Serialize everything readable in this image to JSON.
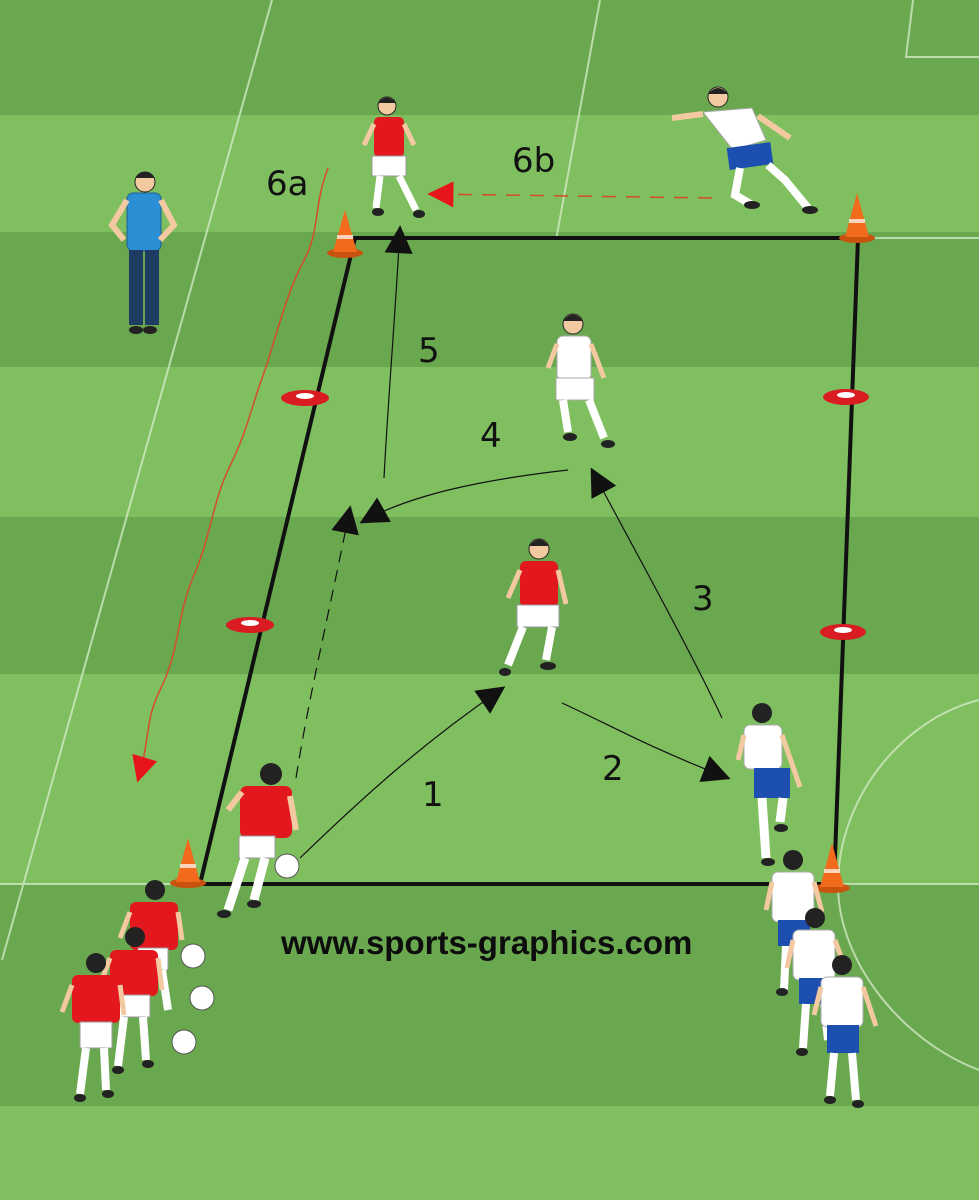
{
  "diagram": {
    "watermark": "www.sports-graphics.com",
    "step_labels": {
      "one": "1",
      "two": "2",
      "three": "3",
      "four": "4",
      "five": "5",
      "six_a": "6a",
      "six_b": "6b"
    },
    "colors": {
      "grass_light": "#7fbf5f",
      "grass_dark": "#6aa84f",
      "red_team": "#e3171e",
      "white_team_shorts": "#1d4fb0",
      "cone": "#f26a1b",
      "coach_shirt": "#2b8fd6",
      "arrow_red": "#e8141b"
    }
  }
}
